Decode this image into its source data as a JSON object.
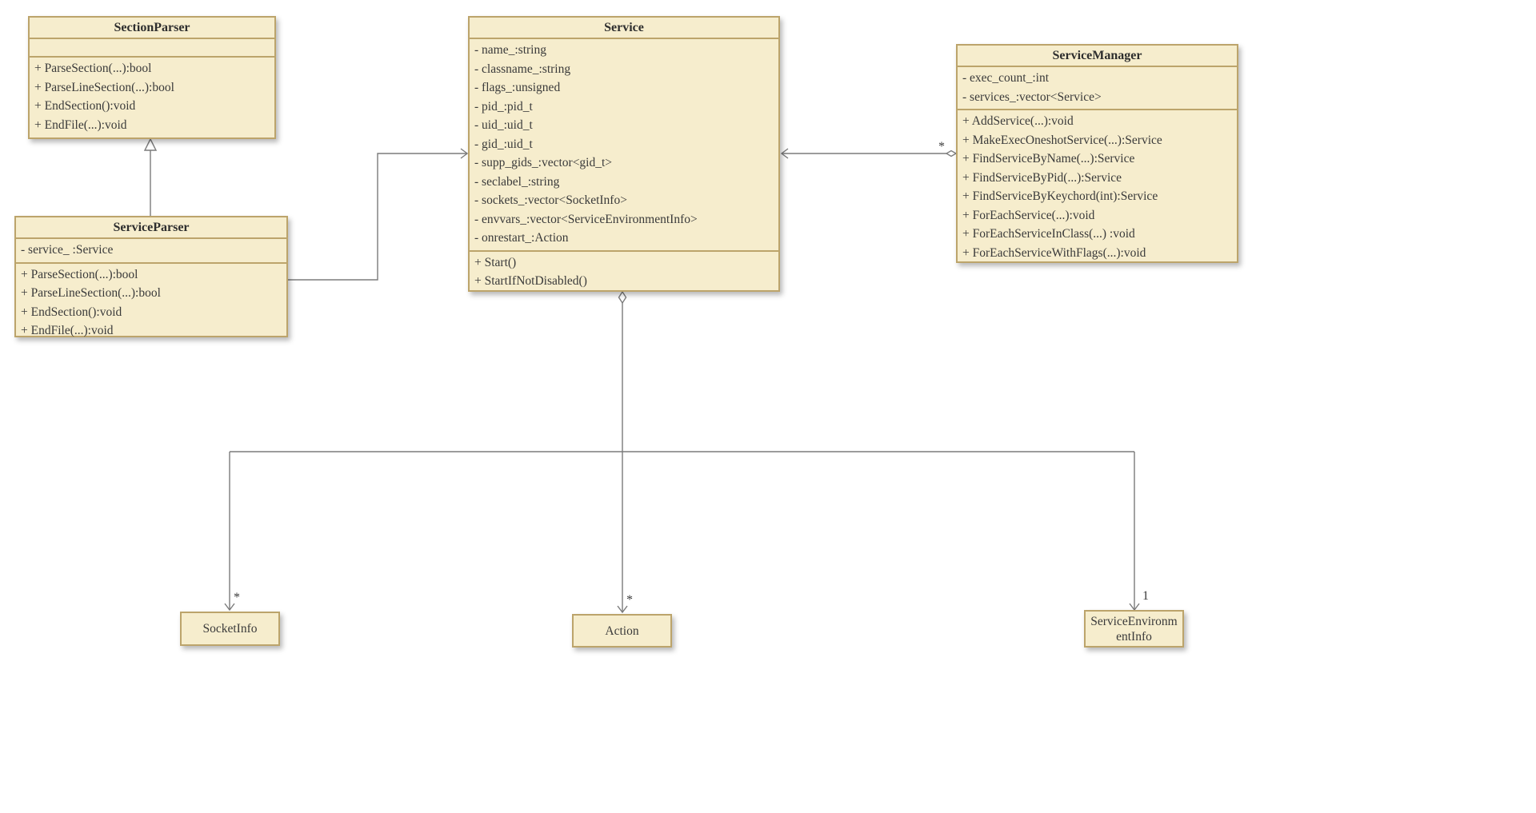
{
  "diagram": {
    "classes": {
      "section_parser": {
        "title": "SectionParser",
        "attributes": [],
        "methods": [
          "+ ParseSection(...):bool",
          "+ ParseLineSection(...):bool",
          "+ EndSection():void",
          "+ EndFile(...):void"
        ]
      },
      "service_parser": {
        "title": "ServiceParser",
        "attributes": [
          "- service_ :Service"
        ],
        "methods": [
          "+ ParseSection(...):bool",
          "+ ParseLineSection(...):bool",
          "+ EndSection():void",
          "+ EndFile(...):void"
        ]
      },
      "service": {
        "title": "Service",
        "attributes": [
          "- name_:string",
          "- classname_:string",
          "- flags_:unsigned",
          "- pid_:pid_t",
          "- uid_:uid_t",
          "- gid_:uid_t",
          "- supp_gids_:vector<gid_t>",
          "- seclabel_:string",
          "- sockets_:vector<SocketInfo>",
          "- envvars_:vector<ServiceEnvironmentInfo>",
          "- onrestart_:Action"
        ],
        "methods": [
          "+ Start()",
          "+ StartIfNotDisabled()"
        ]
      },
      "service_manager": {
        "title": "ServiceManager",
        "attributes": [
          "- exec_count_:int",
          "- services_:vector<Service>"
        ],
        "methods": [
          "+ AddService(...):void",
          "+ MakeExecOneshotService(...):Service",
          "+ FindServiceByName(...):Service",
          "+ FindServiceByPid(...):Service",
          "+ FindServiceByKeychord(int):Service",
          "+ ForEachService(...):void",
          "+ ForEachServiceInClass(...) :void",
          "+ ForEachServiceWithFlags(...):void"
        ]
      },
      "socket_info": {
        "title": "SocketInfo"
      },
      "action": {
        "title": "Action"
      },
      "service_environment_info": {
        "title": "ServiceEnvironmentInfo"
      }
    },
    "multiplicities": {
      "manager_to_service": "*",
      "service_to_socket_info": "*",
      "service_to_action": "*",
      "service_to_environment_info": "1"
    },
    "colors": {
      "box_fill": "#F6EDCD",
      "box_border": "#BCA46B",
      "connector": "#7B7B7B"
    }
  }
}
